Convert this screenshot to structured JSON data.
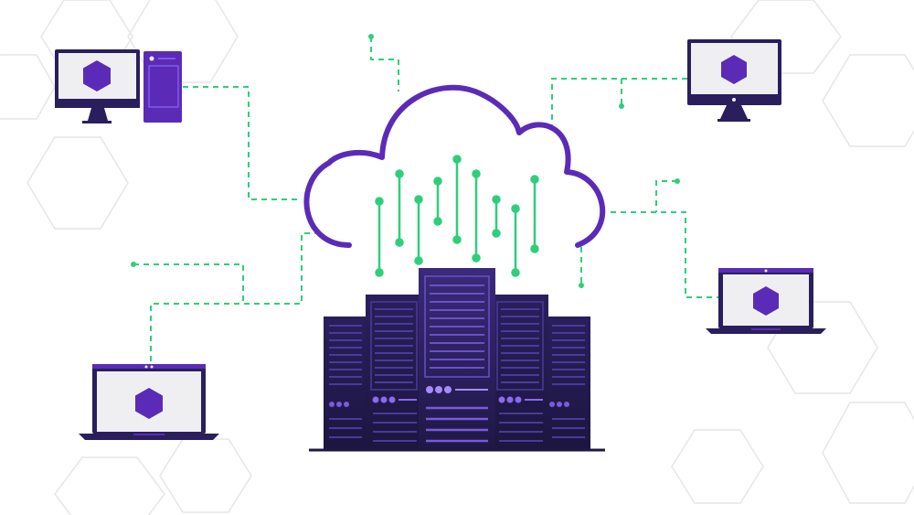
{
  "colors": {
    "background": "#ffffff",
    "hex_pattern": "#e8e8ec",
    "purple": "#5b2bb8",
    "purple_dark": "#2a1f5c",
    "navy": "#1f1840",
    "green": "#2ecf7a",
    "screen": "#efeff2"
  },
  "icons": {
    "cloud": "cloud-icon",
    "server": "server-rack-icon",
    "desktop": "desktop-monitor-icon",
    "laptop": "laptop-icon",
    "hexagon": "hexagon-logo-icon"
  },
  "devices": [
    {
      "name": "desktop-with-tower",
      "type": "desktop",
      "has_tower": true
    },
    {
      "name": "desktop-top-right",
      "type": "desktop",
      "has_tower": false
    },
    {
      "name": "laptop-right",
      "type": "laptop"
    },
    {
      "name": "laptop-left",
      "type": "laptop"
    }
  ]
}
